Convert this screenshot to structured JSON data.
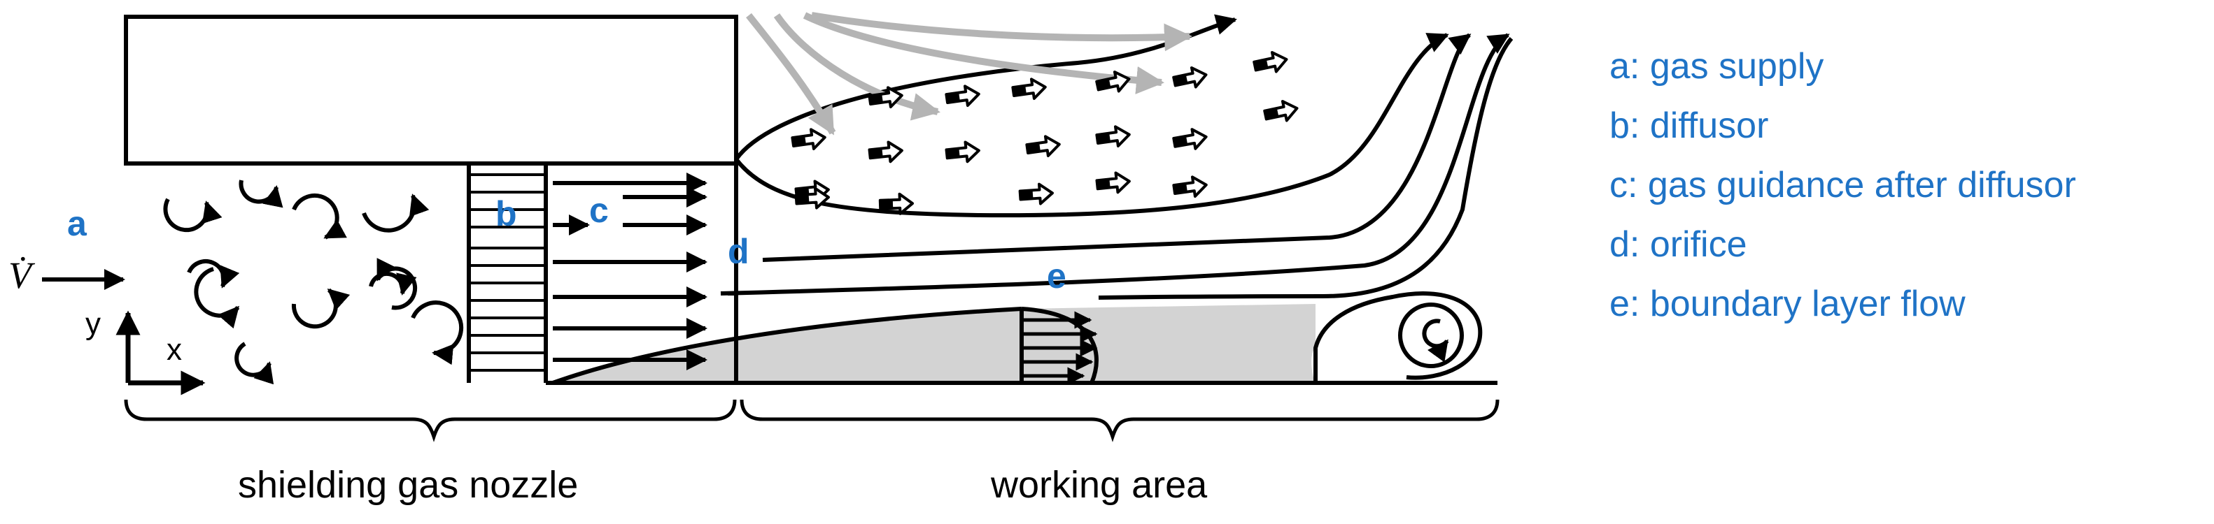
{
  "labels": {
    "a": "a",
    "b": "b",
    "c": "c",
    "d": "d",
    "e": "e"
  },
  "inflow_symbol": "V̇",
  "axes": {
    "x": "x",
    "y": "y"
  },
  "legend": [
    "a: gas supply",
    "b: diffusor",
    "c: gas guidance after diffusor",
    "d: orifice",
    "e: boundary layer flow"
  ],
  "captions": {
    "nozzle": "shielding gas nozzle",
    "working": "working area"
  },
  "colors": {
    "label_blue": "#1f73c6",
    "shaded_gray": "#d3d3d3",
    "entrained_arrow_gray": "#b4b4b4",
    "stroke": "#000000"
  },
  "icons": [
    "vortex-icon",
    "flow-arrow-icon",
    "hollow-arrow-icon",
    "recirculation-icon"
  ]
}
